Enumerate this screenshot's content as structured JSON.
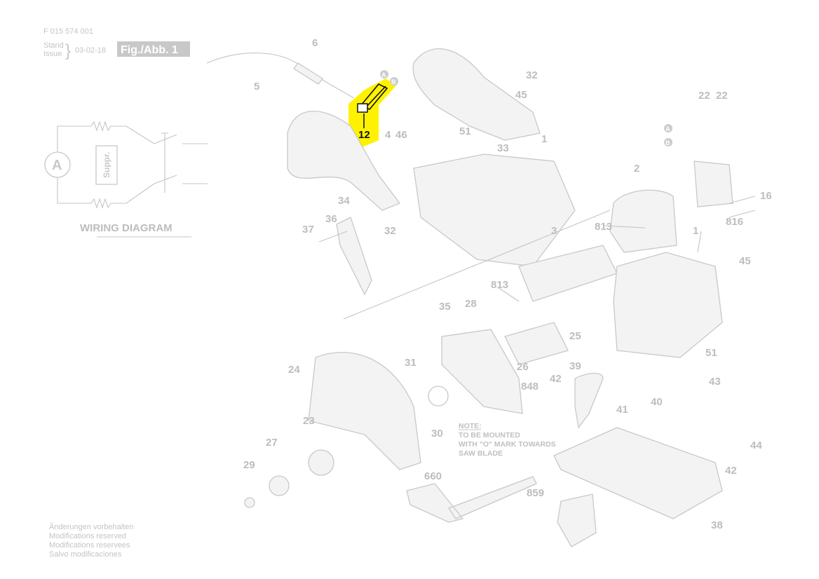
{
  "header": {
    "doc_number": "F 015 574 001",
    "stand": "Stand",
    "issue": "Issue",
    "date": "03-02-18",
    "figure": "Fig./Abb. 1"
  },
  "wiring": {
    "title": "WIRING DIAGRAM",
    "motor": "A",
    "suppressor": "Suppr."
  },
  "connectors": {
    "a": "A",
    "b": "B"
  },
  "highlight": {
    "part": "12",
    "color": "#fff200"
  },
  "parts": [
    "6",
    "5",
    "32",
    "45",
    "22",
    "22",
    "4",
    "46",
    "51",
    "33",
    "1",
    "2",
    "16",
    "813",
    "816",
    "1",
    "3",
    "34",
    "36",
    "37",
    "32",
    "45",
    "813",
    "35",
    "28",
    "25",
    "51",
    "31",
    "24",
    "26",
    "848",
    "39",
    "42",
    "43",
    "40",
    "41",
    "23",
    "30",
    "27",
    "44",
    "29",
    "660",
    "859",
    "42",
    "38"
  ],
  "note": {
    "title": "NOTE:",
    "lines": [
      "TO BE MOUNTED",
      "WITH \"O\" MARK TOWARDS",
      "SAW BLADE"
    ]
  },
  "footer": [
    "Änderungen vorbehalten",
    "Modifications reserved",
    "Modifications reservees",
    "Salvo modificaciones"
  ]
}
